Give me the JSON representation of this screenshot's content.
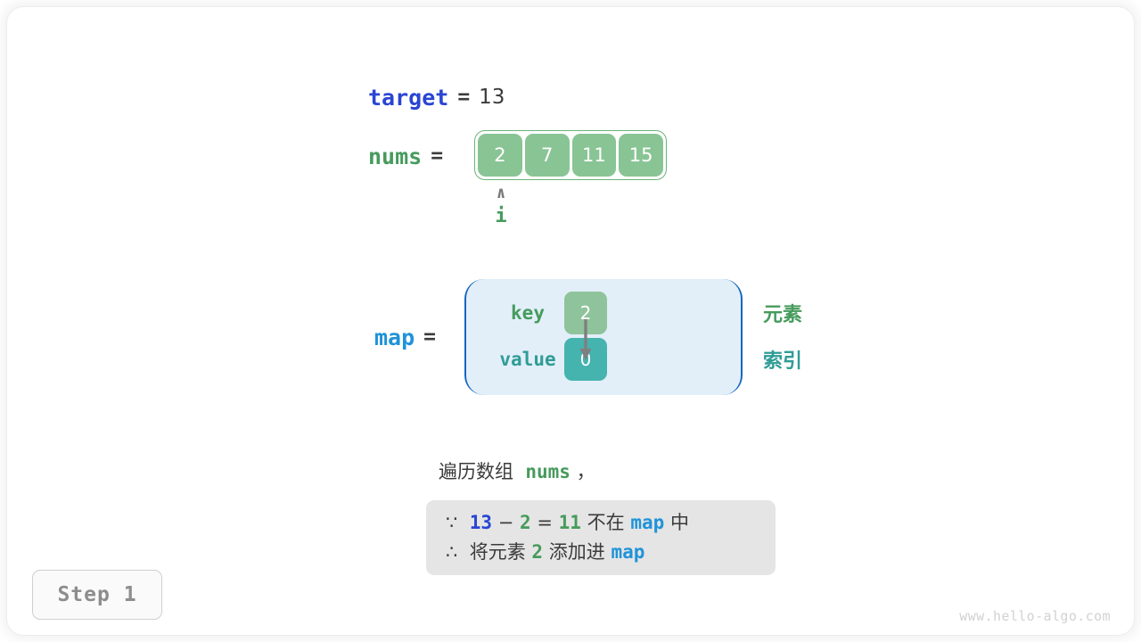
{
  "colors": {
    "blue_deep": "#2a45d3",
    "blue_light": "#1f93d9",
    "green": "#469b5c",
    "green_cell": "#89c495",
    "teal": "#2f9c96",
    "teal_cell": "#45b3ae",
    "text_dark": "#3b3b3b",
    "map_bg": "#e2eff9",
    "map_border": "#1666c0",
    "reason_bg": "#e5e5e5",
    "arrow_gray": "#7f7f7f"
  },
  "target": {
    "name": "target",
    "equals": "=",
    "value": "13"
  },
  "nums": {
    "name": "nums",
    "equals": "=",
    "cells": [
      "2",
      "7",
      "11",
      "15"
    ],
    "pointer": {
      "caret": "∧",
      "label": "i",
      "index": 0
    }
  },
  "map": {
    "name": "map",
    "equals": "=",
    "key_label": "key",
    "value_label": "value",
    "key_cell": "2",
    "value_cell": "0",
    "legend_element": "元素",
    "legend_index": "索引"
  },
  "explanation": {
    "intro_prefix": "遍历数组",
    "intro_var": "nums",
    "intro_suffix": "，",
    "reason_lines": [
      {
        "symbol": "∵",
        "a": "13",
        "op": "−",
        "b": "2",
        "eq": "=",
        "c": "11",
        "mid": "不在",
        "var": "map",
        "tail": "中"
      },
      {
        "symbol": "∴",
        "pre": "将元素",
        "num": "2",
        "mid": "添加进",
        "var": "map"
      }
    ]
  },
  "step_badge": "Step 1",
  "watermark": "www.hello-algo.com"
}
